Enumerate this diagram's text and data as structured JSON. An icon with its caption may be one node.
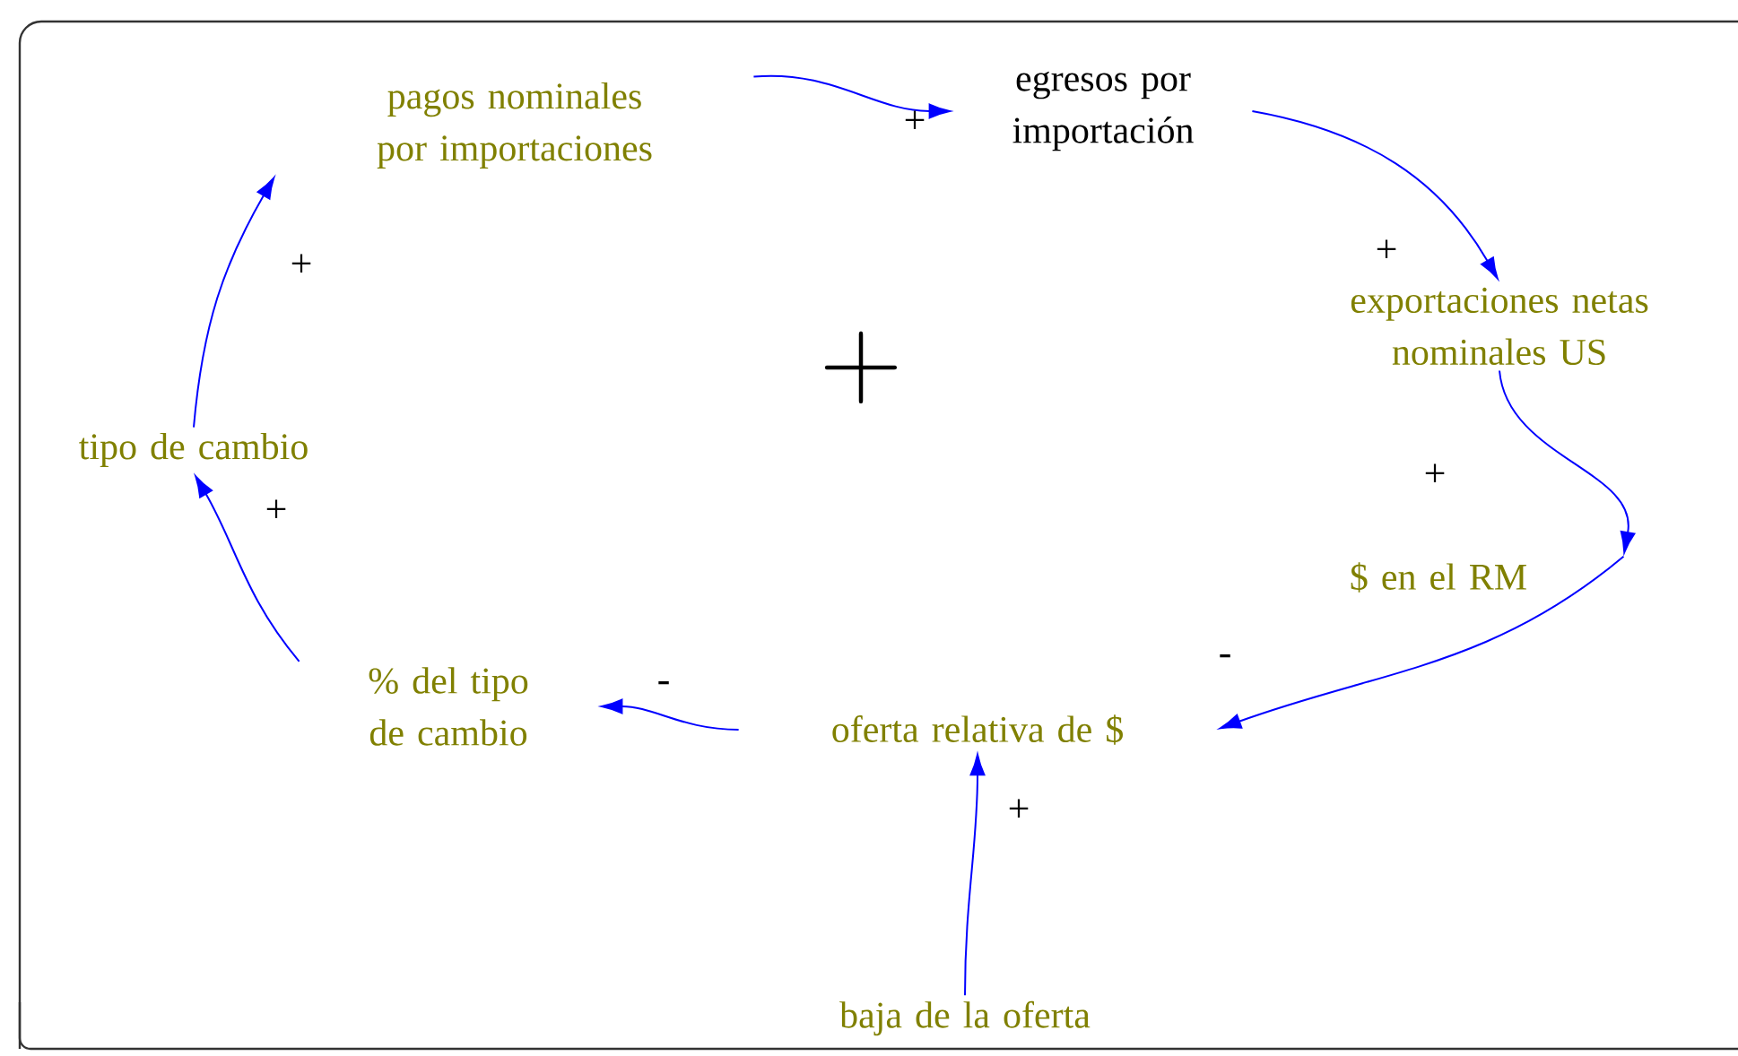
{
  "diagram": {
    "nodes": [
      {
        "text": [
          "pagos nominales por importaciones"
        ]
      },
      {
        "text": [
          "egresos por importación"
        ]
      },
      {
        "text": [
          "exportaciones netas nominales US"
        ]
      },
      {
        "text": [
          "$ en el RM"
        ]
      },
      {
        "text": [
          "oferta relativa de $"
        ]
      },
      {
        "text": [
          "% del tipo de cambio"
        ]
      },
      {
        "text": [
          "tipo de cambio"
        ]
      },
      {
        "text": [
          "baja de la oferta"
        ]
      }
    ],
    "edges": [
      {
        "from": 0,
        "to": 1,
        "arrow": "to",
        "label": "+"
      },
      {
        "from": 1,
        "to": 2,
        "arrow": "to",
        "label": "+"
      },
      {
        "from": 2,
        "to": 3,
        "arrow": "to",
        "label": "+"
      },
      {
        "from": 3,
        "to": 4,
        "arrow": "to",
        "label": "-"
      },
      {
        "from": 4,
        "to": 5,
        "arrow": "to",
        "label": "-"
      },
      {
        "from": 5,
        "to": 6,
        "arrow": "to",
        "label": "+"
      },
      {
        "from": 6,
        "to": 0,
        "arrow": "to",
        "label": "+"
      },
      {
        "from": 7,
        "to": 4,
        "arrow": "to",
        "label": "+"
      }
    ],
    "labels": [
      "+"
    ]
  }
}
